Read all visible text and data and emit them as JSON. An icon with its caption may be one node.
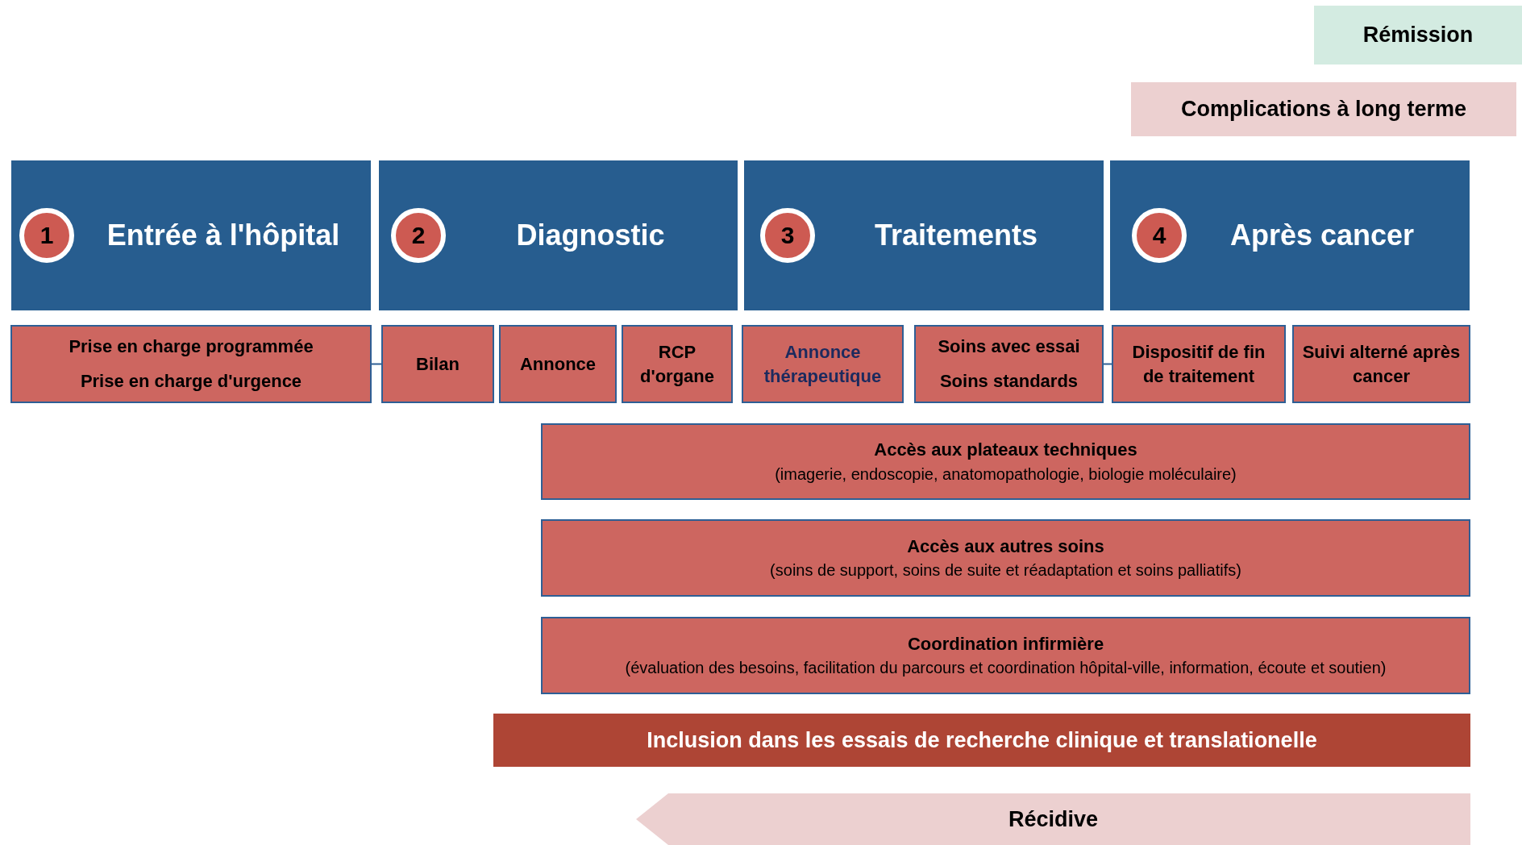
{
  "diagram": {
    "nodes": [
      {
        "text": [
          "Rémission"
        ]
      },
      {
        "text": [
          "Complications à long terme"
        ]
      },
      {
        "text": [
          "Entrée à l'hôpital"
        ]
      },
      {
        "text": [
          "1"
        ],
        "in": 2
      },
      {
        "text": [
          "Diagnostic"
        ]
      },
      {
        "text": [
          "2"
        ],
        "in": 4
      },
      {
        "text": [
          "Traitements"
        ]
      },
      {
        "text": [
          "3"
        ],
        "in": 6
      },
      {
        "text": [
          "Après cancer"
        ]
      },
      {
        "text": [
          "4"
        ],
        "in": 8
      },
      {
        "text": [
          "Prise en charge programmée",
          "Prise en charge d'urgence"
        ]
      },
      {
        "text": [
          "Bilan"
        ]
      },
      {
        "text": [
          "Annonce"
        ]
      },
      {
        "text": [
          "RCP d'organe"
        ]
      },
      {
        "text": [
          "Annonce thérapeutique"
        ]
      },
      {
        "text": [
          "Soins avec essai",
          "Soins standards"
        ]
      },
      {
        "text": [
          "Dispositif de fin de traitement"
        ]
      },
      {
        "text": [
          "Suivi alterné après cancer"
        ]
      },
      {
        "text": [
          "Accès aux plateaux techniques",
          "(imagerie, endoscopie, anatomopathologie, biologie moléculaire)"
        ]
      },
      {
        "text": [
          "Accès aux autres soins",
          "(soins de support, soins de suite et réadaptation et soins palliatifs)"
        ]
      },
      {
        "text": [
          "Coordination infirmière",
          "(évaluation des besoins, facilitation du parcours et coordination hôpital-ville, information, écoute et soutien)"
        ]
      },
      {
        "text": [
          "Inclusion dans les essais de recherche clinique et translationelle"
        ]
      },
      {
        "text": [
          "Récidive"
        ]
      }
    ],
    "edges": [
      {
        "from": 10,
        "to": 11,
        "arrow": "none"
      },
      {
        "from": 15,
        "to": 16,
        "arrow": "none"
      }
    ]
  }
}
